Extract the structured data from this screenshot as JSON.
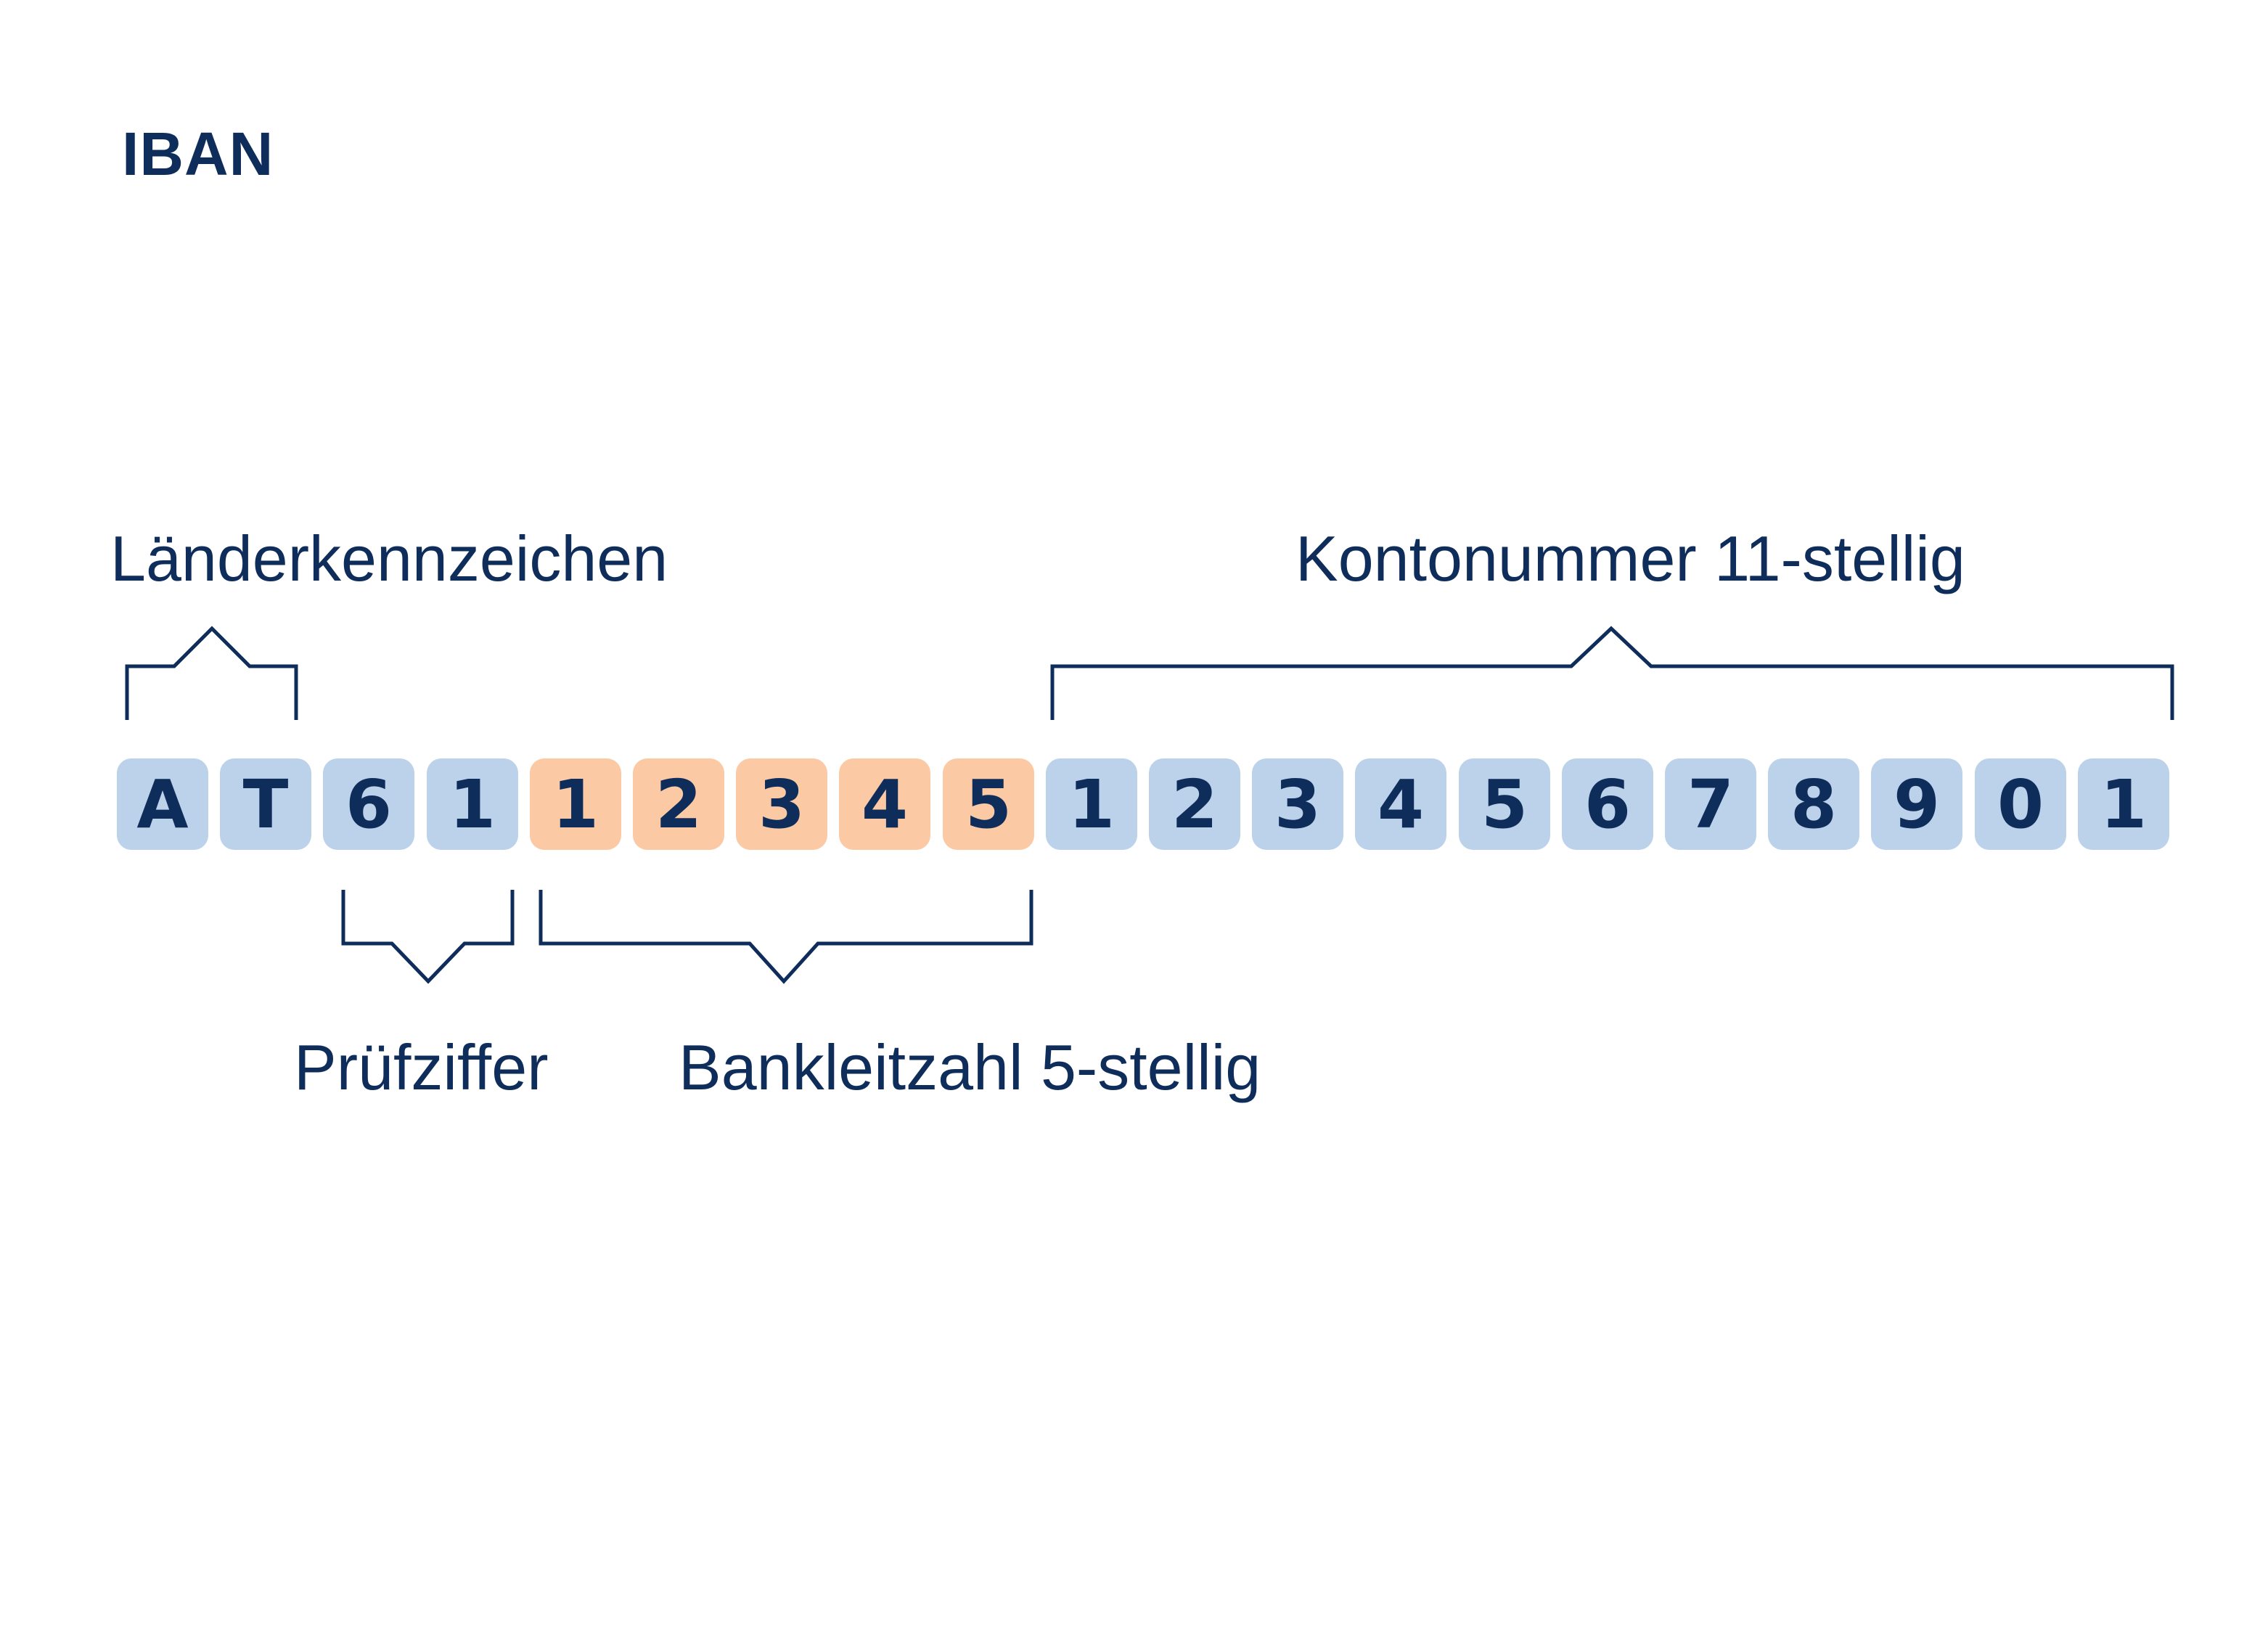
{
  "title": "IBAN",
  "labels": {
    "country": "Länderkennzeichen",
    "account": "Kontonummer 11-stellig",
    "check": "Prüfziffer",
    "bank": "Bankleitzahl 5-stellig"
  },
  "groups": {
    "country": [
      "A",
      "T"
    ],
    "check": [
      "6",
      "1"
    ],
    "bank": [
      "1",
      "2",
      "3",
      "4",
      "5"
    ],
    "account": [
      "1",
      "2",
      "3",
      "4",
      "5",
      "6",
      "7",
      "8",
      "9",
      "0",
      "1"
    ]
  },
  "colors": {
    "text": "#0e2d5a",
    "blue_box": "#bcd1ea",
    "orange_box": "#fbc9a4"
  }
}
